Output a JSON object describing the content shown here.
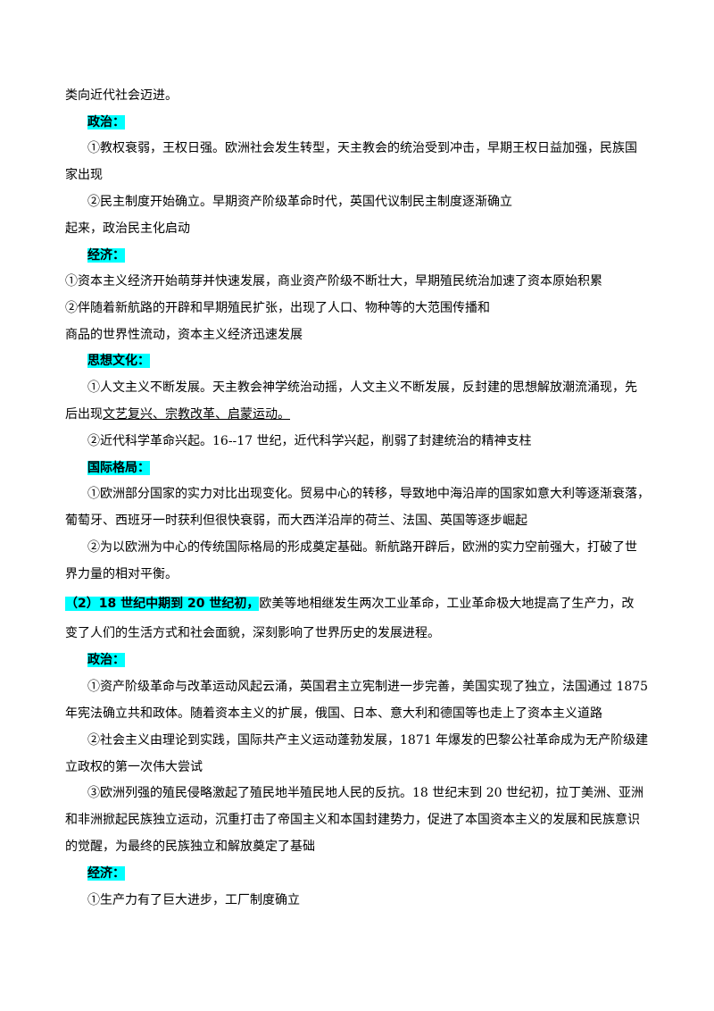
{
  "p0": "类向近代社会迈进。",
  "h_politics1": "政治：",
  "p1a": "①教权衰弱，王权日强。欧洲社会发生转型，天主教会的统治受到冲击，早期王权日益加强，民族国",
  "p1b": "家出现",
  "p2a": "②民主制度开始确立。早期资产阶级革命时代，英国代议制民主制度逐渐确立",
  "p2b": "起来，政治民主化启动",
  "h_econ1": "经济：",
  "p3": "①资本主义经济开始萌芽并快速发展，商业资产阶级不断壮大，早期殖民统治加速了资本原始积累",
  "p4a": "②伴随着新航路的开辟和早期殖民扩张，出现了人口、物种等的大范围传播和",
  "p4b": "商品的世界性流动，资本主义经济迅速发展",
  "h_thought": "思想文化：",
  "p5a": "①人文主义不断发展。天主教会神学统治动摇，人文主义不断发展，反封建的思想解放潮流涌现，先",
  "p5b_pre": "后出现",
  "p5b_ul": "文艺复兴、宗教改革、启蒙运动。",
  "p6": "②近代科学革命兴起。16--17 世纪，近代科学兴起，削弱了封建统治的精神支柱",
  "h_intl": "国际格局：",
  "p7a": "①欧洲部分国家的实力对比出现变化。贸易中心的转移，导致地中海沿岸的国家如意大利等逐渐衰落，",
  "p7b": "葡萄牙、西班牙一时获利但很快衰弱，而大西洋沿岸的荷兰、法国、英国等逐步崛起",
  "p8a": "②为以欧洲为中心的传统国际格局的形成奠定基础。新航路开辟后，欧洲的实力空前强大，打破了世",
  "p8b": "界力量的相对平衡。",
  "sec2_hl": "（2）18 世纪中期到 20 世纪初，",
  "sec2_a": "欧美等地相继发生两次工业革命，工业革命极大地提高了生产力，改",
  "sec2_b": "变了人们的生活方式和社会面貌，深刻影响了世界历史的发展进程。",
  "h_politics2": "政治：",
  "q1a": "①资产阶级革命与改革运动风起云涌，英国君主立宪制进一步完善，美国实现了独立，法国通过 1875",
  "q1b": "年宪法确立共和政体。随着资本主义的扩展，俄国、日本、意大利和德国等也走上了资本主义道路",
  "q2a": "②社会主义由理论到实践，国际共产主义运动蓬勃发展，1871 年爆发的巴黎公社革命成为无产阶级建",
  "q2b": "立政权的第一次伟大尝试",
  "q3a": "③欧洲列强的殖民侵略激起了殖民地半殖民地人民的反抗。18 世纪末到 20 世纪初，拉丁美洲、亚洲",
  "q3b": "和非洲掀起民族独立运动，沉重打击了帝国主义和本国封建势力，促进了本国资本主义的发展和民族意识",
  "q3c": "的觉醒，为最终的民族独立和解放奠定了基础",
  "h_econ2": "经济：",
  "q4": "①生产力有了巨大进步，工厂制度确立",
  "colors": {
    "highlight": "#00ffff",
    "text": "#000000"
  }
}
